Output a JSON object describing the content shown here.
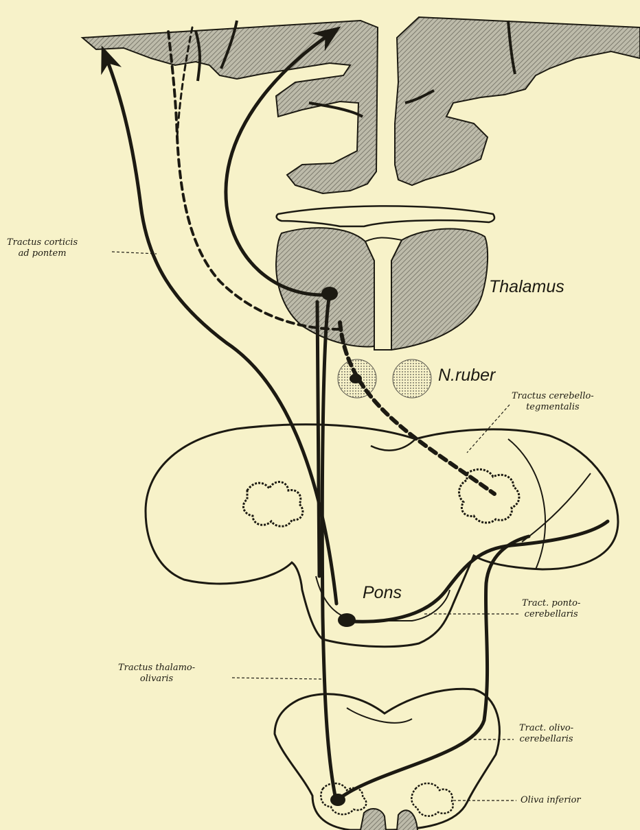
{
  "labels": {
    "tractus_corticis": [
      "Tractus corticis",
      "ad pontem"
    ],
    "thalamus": "Thalamus",
    "nucleus_ruber": "N.ruber",
    "tractus_cerebello_tegmentalis": [
      "Tractus cerebello-",
      "tegmentalis"
    ],
    "pons": "Pons",
    "tract_ponto_cerebellaris": [
      "Tract. ponto-",
      "cerebellaris"
    ],
    "tractus_thalamo_olivaris": [
      "Tractus thalamo-",
      "olivaris"
    ],
    "tract_olivo_cerebellaris": [
      "Tract. olivo-",
      "cerebellaris"
    ],
    "oliva_inferior": "Oliva inferior"
  },
  "colors": {
    "paper": "#f7f2c9",
    "ink": "#1c1a12",
    "hatch_gray": "#8c8a7c"
  }
}
